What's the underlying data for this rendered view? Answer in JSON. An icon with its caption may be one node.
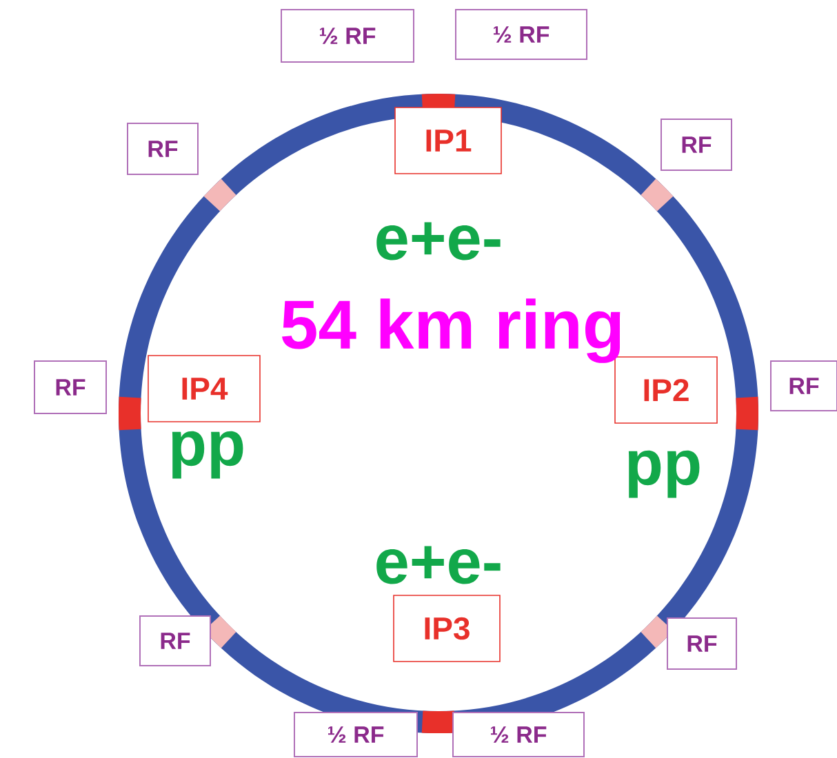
{
  "diagram": {
    "nodes": [
      {
        "text": [
          "½ RF"
        ]
      },
      {
        "text": [
          "½ RF"
        ]
      },
      {
        "text": [
          "RF"
        ]
      },
      {
        "text": [
          "IP1"
        ]
      },
      {
        "text": [
          "RF"
        ]
      },
      {
        "text": [
          "RF"
        ]
      },
      {
        "text": [
          "IP4"
        ]
      },
      {
        "text": [
          "IP2"
        ]
      },
      {
        "text": [
          "RF"
        ]
      },
      {
        "text": [
          "RF"
        ]
      },
      {
        "text": [
          "IP3"
        ]
      },
      {
        "text": [
          "RF"
        ]
      },
      {
        "text": [
          "½ RF"
        ]
      },
      {
        "text": [
          "½ RF"
        ]
      }
    ],
    "labels": [
      "e+e-",
      "54 km ring",
      "pp",
      "pp",
      "e+e-"
    ]
  }
}
